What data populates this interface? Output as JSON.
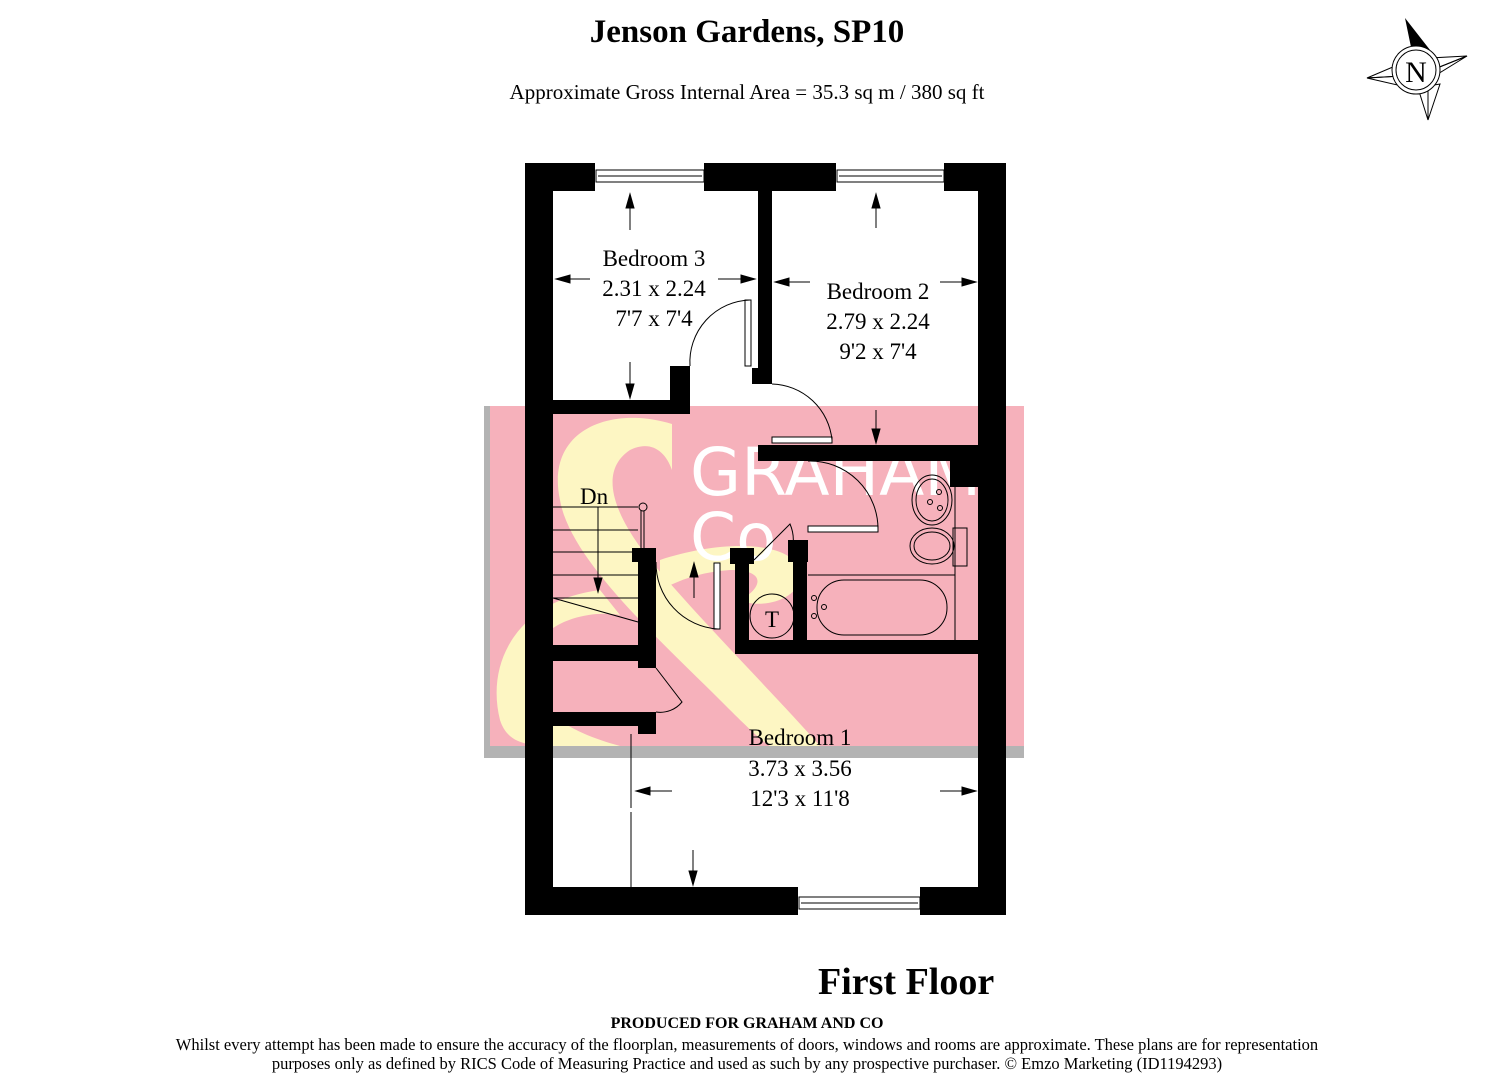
{
  "header": {
    "title": "Jenson Gardens, SP10",
    "subtitle": "Approximate Gross Internal Area = 35.3 sq m / 380 sq ft"
  },
  "compass": {
    "label": "N"
  },
  "watermark": {
    "brand_line1": "GRAHAM",
    "brand_line2": "Co",
    "symbol": "&",
    "colors": {
      "pink": "#f6b1bb",
      "cream": "#fdf6c3",
      "shadow": "#b3b3b3",
      "text": "#ffffff"
    }
  },
  "rooms": [
    {
      "name": "Bedroom 3",
      "metric": "2.31 x 2.24",
      "imperial": "7'7 x 7'4"
    },
    {
      "name": "Bedroom 2",
      "metric": "2.79 x 2.24",
      "imperial": "9'2 x 7'4"
    },
    {
      "name": "Bedroom 1",
      "metric": "3.73 x 3.56",
      "imperial": "12'3 x 11'8"
    }
  ],
  "labels": {
    "stairs": "Dn",
    "tank": "T"
  },
  "footer": {
    "floor": "First Floor",
    "produced": "PRODUCED FOR GRAHAM AND CO",
    "disclaimer_line1": "Whilst every attempt has been made to ensure the accuracy of the floorplan, measurements of doors, windows and rooms are approximate. These plans are for representation",
    "disclaimer_line2": "purposes only as defined by RICS Code of Measuring Practice and used as such by any prospective purchaser. © Emzo Marketing (ID1194293)"
  }
}
